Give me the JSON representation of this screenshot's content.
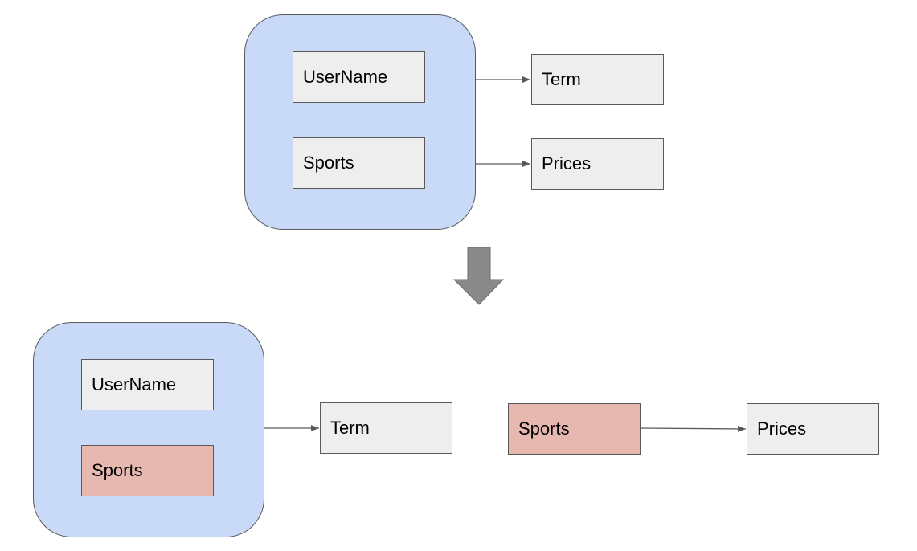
{
  "diagram": {
    "before": {
      "entity_fields": [
        "UserName",
        "Sports"
      ],
      "targets": [
        "Term",
        "Prices"
      ]
    },
    "after": {
      "entity_fields": [
        "UserName",
        "Sports"
      ],
      "term_target": "Term",
      "extracted_source": "Sports",
      "extracted_target": "Prices"
    }
  },
  "colors": {
    "group_fill": "#c9daf8",
    "box_fill": "#eeeeee",
    "highlight_fill": "#e6b8af",
    "stroke": "#595959",
    "transition_arrow": "#8a8a8a"
  }
}
